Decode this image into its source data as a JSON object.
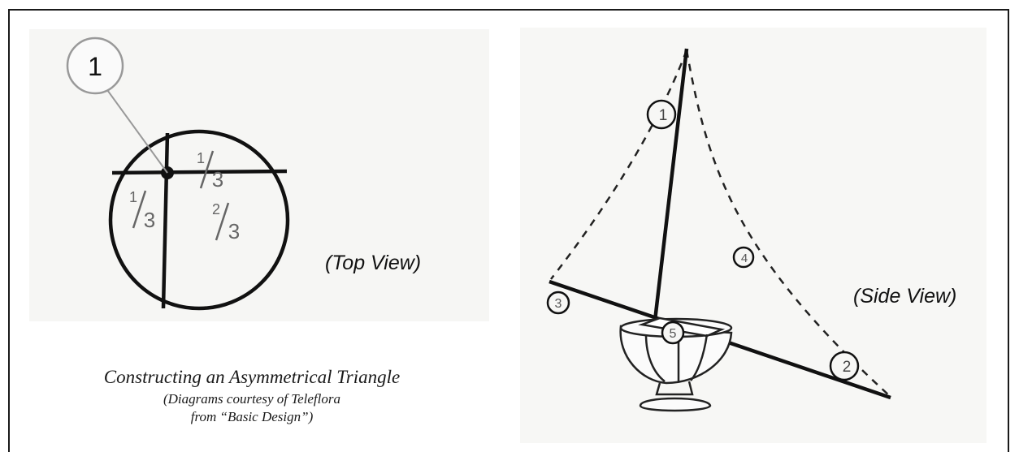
{
  "top_view": {
    "callout": "1",
    "label": "(Top View)",
    "fractions": [
      {
        "num": "1",
        "den": "3"
      },
      {
        "num": "1",
        "den": "3"
      },
      {
        "num": "2",
        "den": "3"
      }
    ]
  },
  "side_view": {
    "label": "(Side View)",
    "markers": [
      "1",
      "2",
      "3",
      "4",
      "5"
    ]
  },
  "caption": {
    "title": "Constructing an Asymmetrical Triangle",
    "line1": "(Diagrams courtesy of Teleflora",
    "line2": "from “Basic Design”)"
  }
}
